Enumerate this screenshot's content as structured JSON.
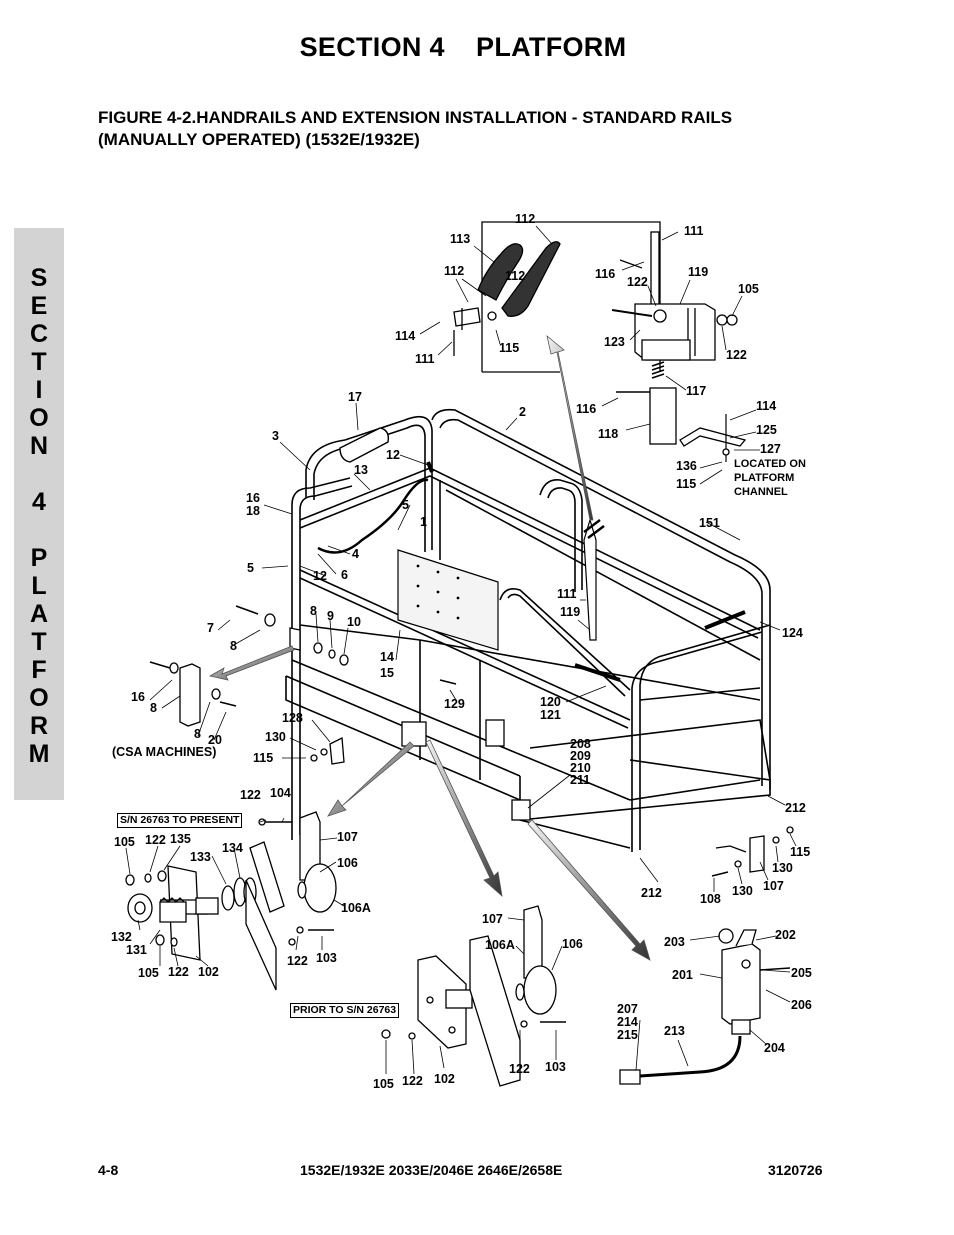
{
  "header": {
    "section_title": "SECTION 4    PLATFORM",
    "figure_title_line1": "FIGURE 4-2.HANDRAILS AND EXTENSION INSTALLATION - STANDARD RAILS",
    "figure_title_line2": "(MANUALLY OPERATED) (1532E/1932E)"
  },
  "side_tab": {
    "letters": [
      "S",
      "E",
      "C",
      "T",
      "I",
      "O",
      "N",
      "",
      "4",
      "",
      "P",
      "L",
      "A",
      "T",
      "F",
      "O",
      "R",
      "M"
    ]
  },
  "notes": {
    "sn_present": "S/N 26763 TO PRESENT",
    "prior_sn": "PRIOR TO S/N 26763",
    "csa": "(CSA MACHINES)",
    "located_line1": "LOCATED ON",
    "located_line2": "PLATFORM",
    "located_line3": "CHANNEL"
  },
  "callouts": [
    "112",
    "113",
    "112",
    "112",
    "111",
    "116",
    "122",
    "119",
    "105",
    "114",
    "111",
    "115",
    "123",
    "122",
    "17",
    "2",
    "3",
    "12",
    "13",
    "116",
    "117",
    "118",
    "114",
    "125",
    "127",
    "136",
    "115",
    "16",
    "18",
    "5",
    "1",
    "4",
    "6",
    "5",
    "12",
    "151",
    "7",
    "8",
    "8",
    "9",
    "10",
    "111",
    "119",
    "124",
    "14",
    "15",
    "16",
    "8",
    "8",
    "20",
    "129",
    "120",
    "121",
    "128",
    "130",
    "115",
    "208",
    "209",
    "210",
    "211",
    "212",
    "122",
    "104",
    "107",
    "106",
    "105",
    "122",
    "135",
    "133",
    "134",
    "106A",
    "212",
    "108",
    "130",
    "107",
    "130",
    "115",
    "132",
    "131",
    "105",
    "122",
    "102",
    "122",
    "103",
    "107",
    "106A",
    "106",
    "203",
    "202",
    "201",
    "205",
    "206",
    "207",
    "214",
    "215",
    "213",
    "204",
    "105",
    "122",
    "102",
    "122",
    "103"
  ],
  "footer": {
    "page": "4-8",
    "models": "1532E/1932E 2033E/2046E 2646E/2658E",
    "doc_number": "3120726"
  }
}
